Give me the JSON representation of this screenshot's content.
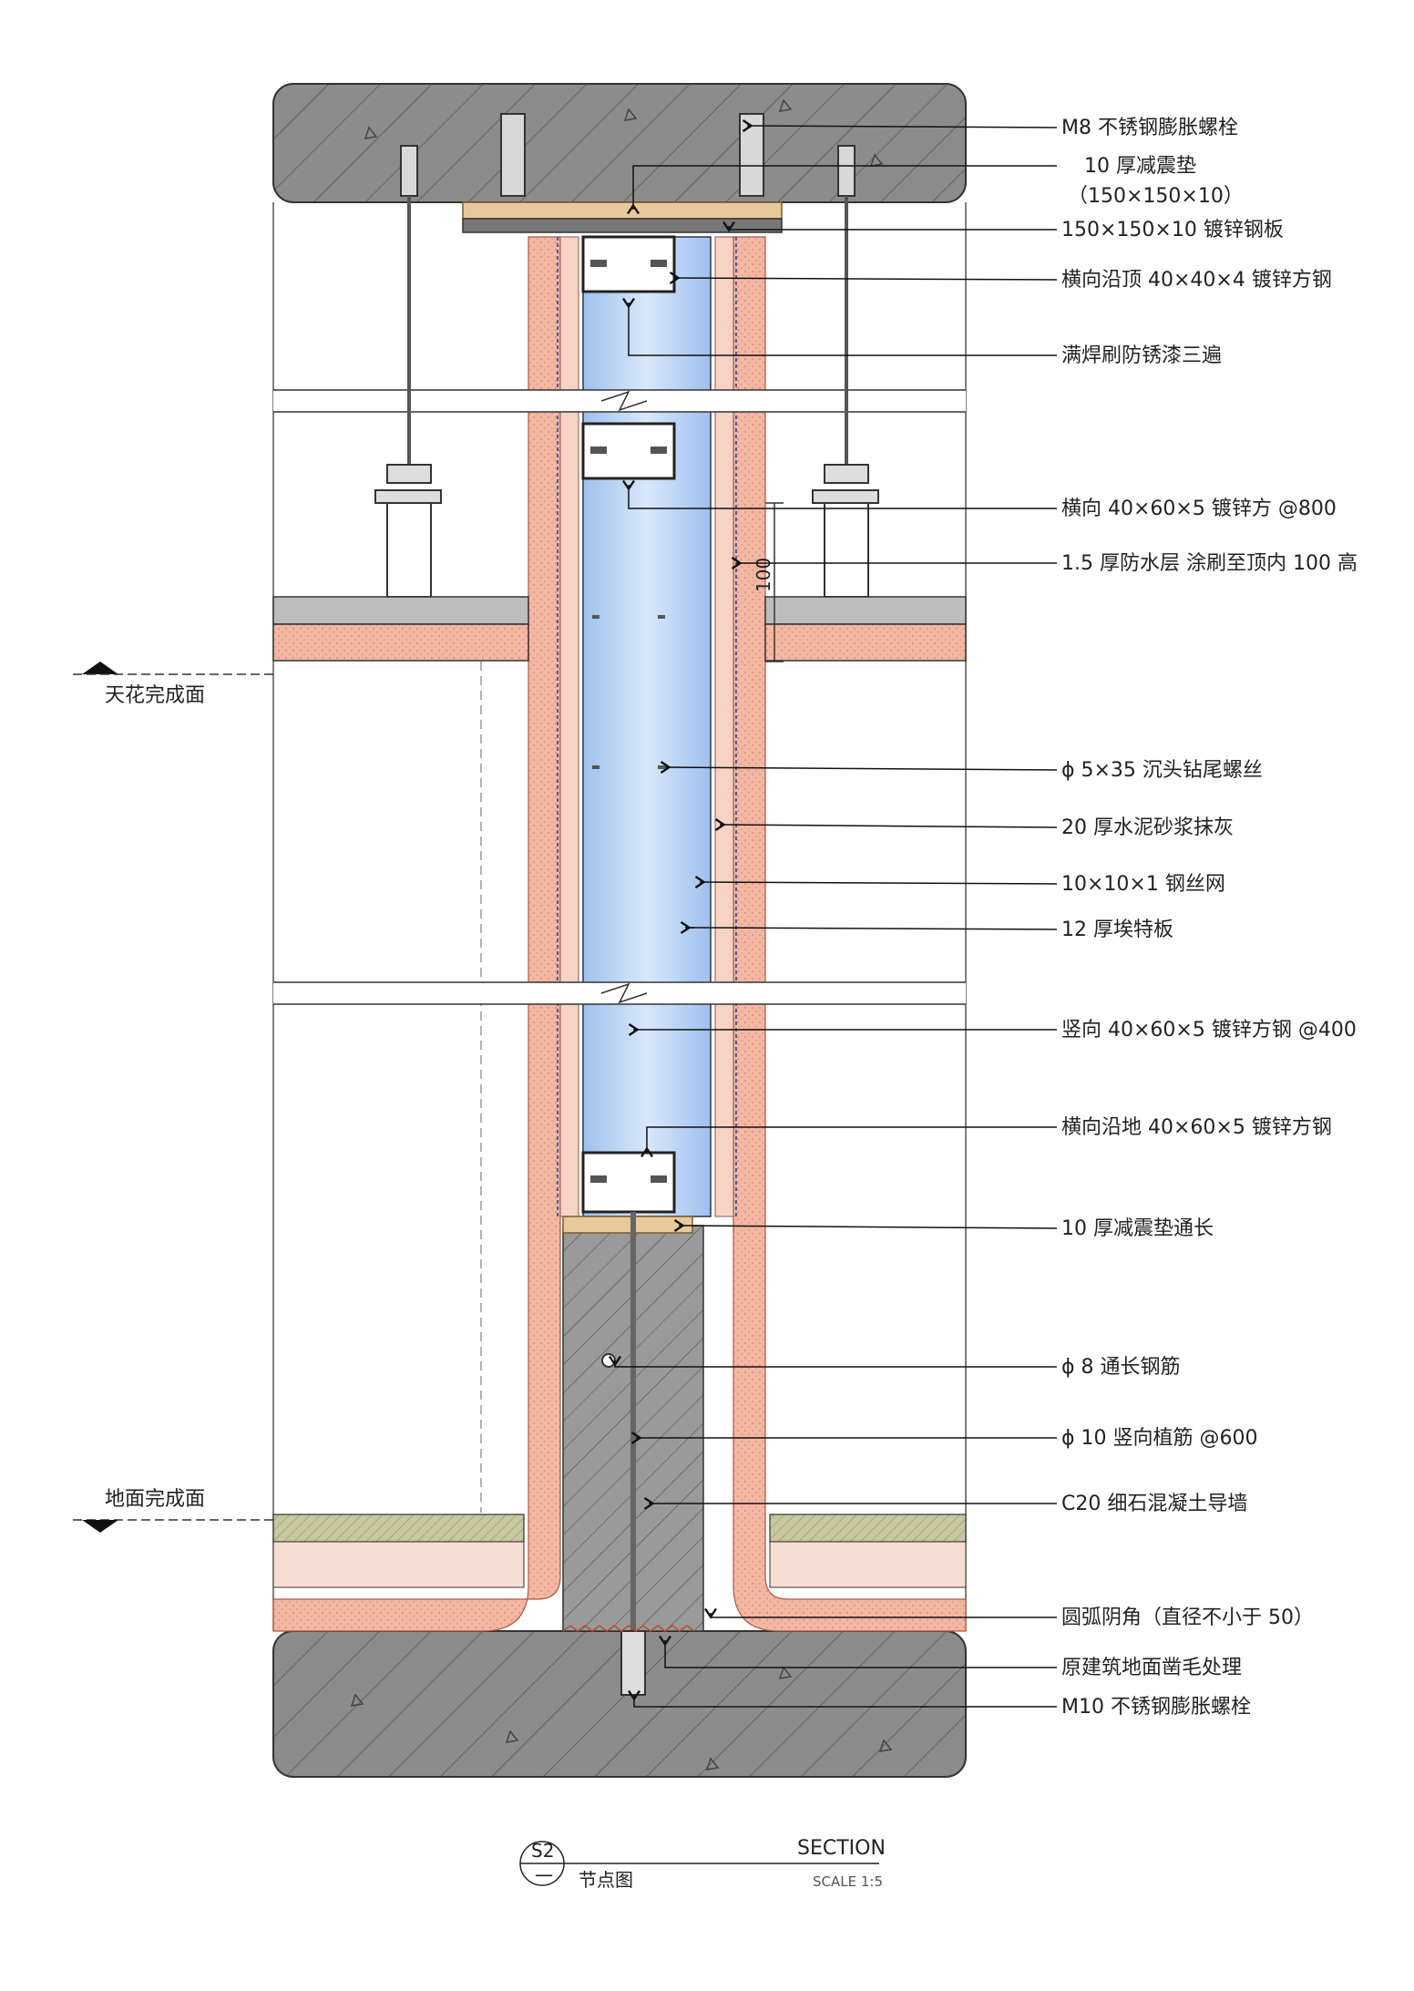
{
  "callouts": [
    {
      "id": "c1",
      "text": "M8 不锈钢膨胀螺栓"
    },
    {
      "id": "c2",
      "text": "10 厚减震垫"
    },
    {
      "id": "c2b",
      "text": "（150×150×10）"
    },
    {
      "id": "c3",
      "text": "150×150×10  镀锌钢板"
    },
    {
      "id": "c4",
      "text": "横向沿顶 40×40×4 镀锌方钢"
    },
    {
      "id": "c5",
      "text": "满焊刷防锈漆三遍"
    },
    {
      "id": "c6",
      "text": "横向 40×60×5 镀锌方 @800"
    },
    {
      "id": "c7",
      "text": "1.5 厚防水层 涂刷至顶内 100 高"
    },
    {
      "id": "c8",
      "text": "ϕ 5×35 沉头钻尾螺丝"
    },
    {
      "id": "c9",
      "text": "20 厚水泥砂浆抹灰"
    },
    {
      "id": "c10",
      "text": "10×10×1 钢丝网"
    },
    {
      "id": "c11",
      "text": "12 厚埃特板"
    },
    {
      "id": "c12",
      "text": "竖向 40×60×5 镀锌方钢 @400"
    },
    {
      "id": "c13",
      "text": "横向沿地 40×60×5 镀锌方钢"
    },
    {
      "id": "c14",
      "text": "10 厚减震垫通长"
    },
    {
      "id": "c15",
      "text": "ϕ 8 通长钢筋"
    },
    {
      "id": "c16",
      "text": "ϕ 10 竖向植筋 @600"
    },
    {
      "id": "c17",
      "text": "C20 细石混凝土导墙"
    },
    {
      "id": "c18",
      "text": "圆弧阴角（直径不小于 50）"
    },
    {
      "id": "c19",
      "text": "原建筑地面凿毛处理"
    },
    {
      "id": "c20",
      "text": "M10 不锈钢膨胀螺栓"
    }
  ],
  "levels": {
    "ceiling": "天花完成面",
    "floor": "地面完成面"
  },
  "dimension": "100",
  "title_block": {
    "tag": "S2",
    "sheet": "一",
    "name": "节点图",
    "section": "SECTION",
    "scale": "SCALE 1:5"
  },
  "colors": {
    "concrete": "#8c8c8c",
    "plaster": "#f2b6a4",
    "stud": "#bcd4f4",
    "pad": "#e8c99a",
    "screed": "#c9c9a2",
    "line": "#222222"
  }
}
